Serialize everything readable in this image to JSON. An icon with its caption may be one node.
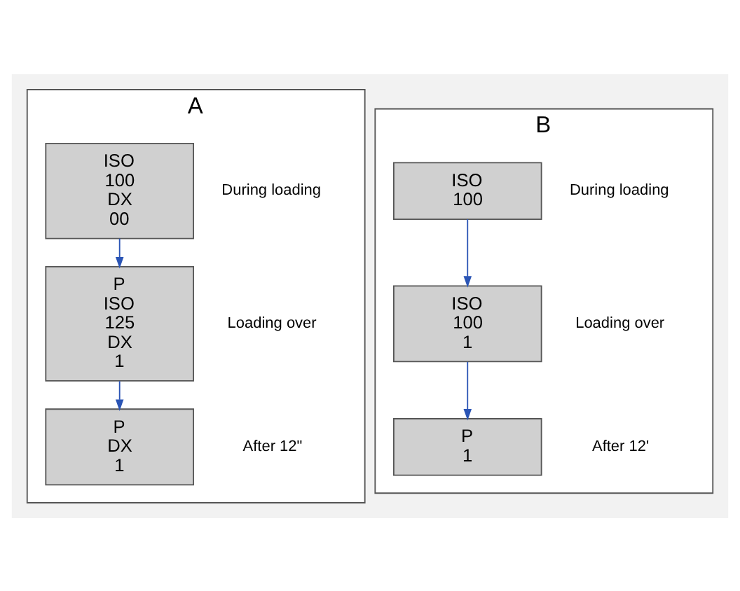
{
  "diagram": {
    "nodes": [
      {
        "text": [
          "A"
        ]
      },
      {
        "text": [
          "ISO",
          "100",
          "DX",
          "00"
        ],
        "in": 0,
        "beside": [
          "During loading"
        ]
      },
      {
        "text": [
          "P",
          "ISO",
          "125",
          "DX",
          "1"
        ],
        "in": 0,
        "beside": [
          "Loading over"
        ]
      },
      {
        "text": [
          "P",
          "DX",
          "1"
        ],
        "in": 0,
        "beside": [
          "After 12\""
        ]
      },
      {
        "text": [
          "B"
        ]
      },
      {
        "text": [
          "ISO",
          "100"
        ],
        "in": 4,
        "beside": [
          "During loading"
        ]
      },
      {
        "text": [
          "ISO",
          "100",
          "1"
        ],
        "in": 4,
        "beside": [
          "Loading over"
        ]
      },
      {
        "text": [
          "P",
          "1"
        ],
        "in": 4,
        "beside": [
          "After 12'"
        ]
      }
    ],
    "edges": [
      {
        "from": 1,
        "to": 2,
        "arrow": "to"
      },
      {
        "from": 2,
        "to": 3,
        "arrow": "to"
      },
      {
        "from": 5,
        "to": 6,
        "arrow": "to"
      },
      {
        "from": 6,
        "to": 7,
        "arrow": "to"
      }
    ]
  }
}
